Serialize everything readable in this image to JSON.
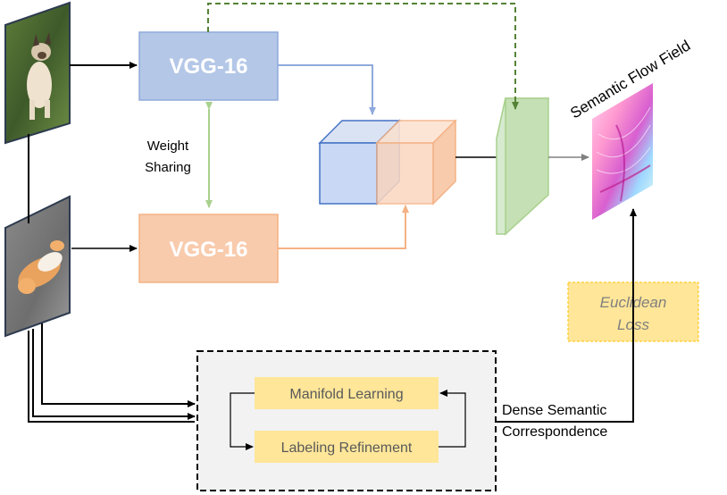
{
  "vgg_top": {
    "label": "VGG-16",
    "fill": "#b4c7e7",
    "stroke": "#8faadc"
  },
  "vgg_bottom": {
    "label": "VGG-16",
    "fill": "#f8cbad",
    "stroke": "#f4b183"
  },
  "weight_sharing": {
    "line1": "Weight",
    "line2": "Sharing"
  },
  "flow_field_title": "Semantic Flow Field",
  "euclidean_loss": {
    "line1": "Euclidean",
    "line2": "Loss",
    "fill": "#ffe699",
    "stroke": "#ffc000"
  },
  "refinement_module": {
    "manifold_label": "Manifold Learning",
    "labeling_label": "Labeling Refinement",
    "box_fill": "#f2f2f2",
    "item_fill": "#ffe699"
  },
  "correspondence": {
    "line1": "Dense Semantic",
    "line2": "Correspondence"
  },
  "colors": {
    "blue_cube": "#c9d9f5",
    "orange_cube": "#fbd7c0",
    "green_layer": "#c5e0b4",
    "dashed_green": "#548235",
    "black_arrow": "#000000"
  },
  "images": [
    {
      "name": "siamese-cat-photo"
    },
    {
      "name": "orange-cat-photo"
    }
  ]
}
